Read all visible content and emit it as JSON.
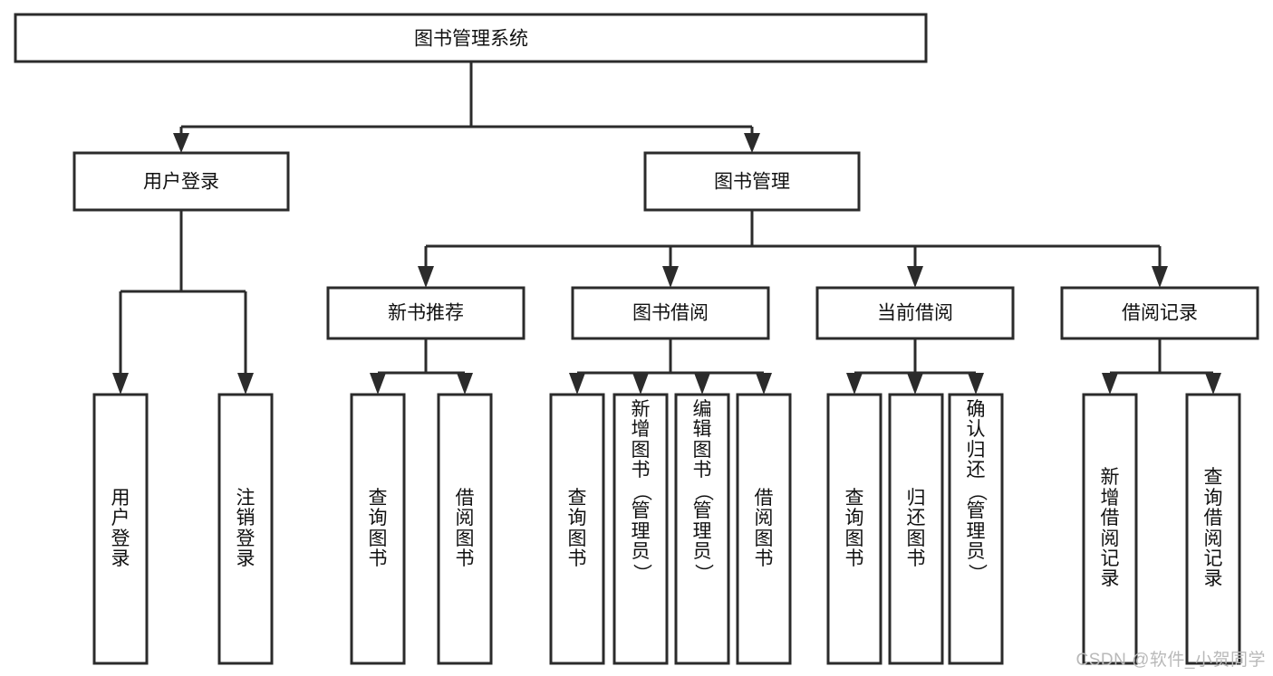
{
  "diagram": {
    "type": "tree",
    "title": "图书管理系统",
    "watermark": "CSDN @软件_小贺同学",
    "colors": {
      "box_stroke": "#2b2b2b",
      "box_fill": "#ffffff",
      "line": "#2b2b2b",
      "text": "#111111",
      "watermark": "#b9b9b9"
    },
    "levels": {
      "root": {
        "label": "图书管理系统"
      },
      "level2": [
        {
          "label": "用户登录"
        },
        {
          "label": "图书管理"
        }
      ],
      "level3": [
        {
          "label": "新书推荐"
        },
        {
          "label": "图书借阅"
        },
        {
          "label": "当前借阅"
        },
        {
          "label": "借阅记录"
        }
      ],
      "leaves": [
        {
          "label": "用户登录",
          "parent": "用户登录"
        },
        {
          "label": "注销登录",
          "parent": "用户登录"
        },
        {
          "label": "查询图书",
          "parent": "新书推荐"
        },
        {
          "label": "借阅图书",
          "parent": "新书推荐"
        },
        {
          "label": "查询图书",
          "parent": "图书借阅"
        },
        {
          "label": "新增图书（管理员）",
          "parent": "图书借阅"
        },
        {
          "label": "编辑图书（管理员）",
          "parent": "图书借阅"
        },
        {
          "label": "借阅图书",
          "parent": "图书借阅"
        },
        {
          "label": "查询图书",
          "parent": "当前借阅"
        },
        {
          "label": "归还图书",
          "parent": "当前借阅"
        },
        {
          "label": "确认归还（管理员）",
          "parent": "当前借阅"
        },
        {
          "label": "新增借阅记录",
          "parent": "借阅记录"
        },
        {
          "label": "查询借阅记录",
          "parent": "借阅记录"
        }
      ]
    }
  }
}
